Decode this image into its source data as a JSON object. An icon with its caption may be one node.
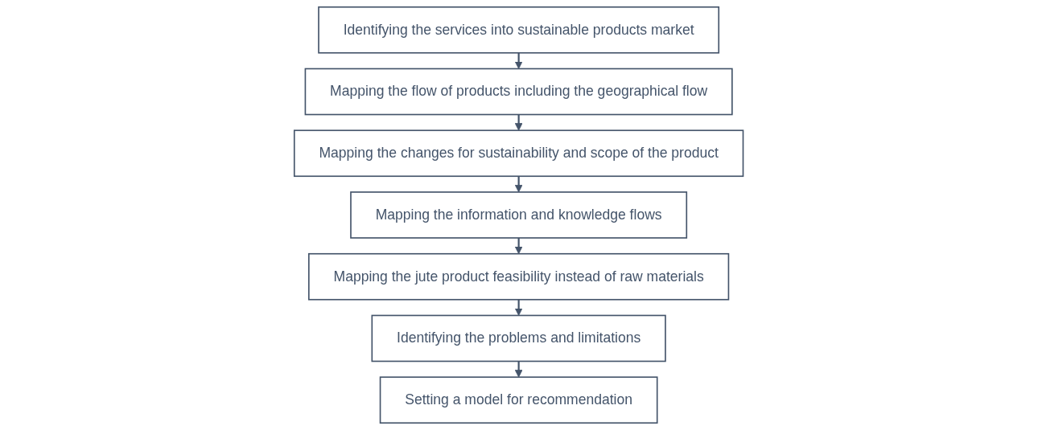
{
  "diagram": {
    "nodes": [
      {
        "text": [
          "Identifying the services into sustainable products market"
        ]
      },
      {
        "text": [
          "Mapping the flow of products including the geographical flow"
        ]
      },
      {
        "text": [
          "Mapping the changes for sustainability and scope of the product"
        ]
      },
      {
        "text": [
          "Mapping the information and knowledge flows"
        ]
      },
      {
        "text": [
          "Mapping the jute product feasibility instead of raw materials"
        ]
      },
      {
        "text": [
          "Identifying the problems and limitations"
        ]
      },
      {
        "text": [
          "Setting a model for recommendation"
        ]
      }
    ],
    "edges": [
      {
        "from": 0,
        "to": 1,
        "arrow": "to"
      },
      {
        "from": 1,
        "to": 2,
        "arrow": "to"
      },
      {
        "from": 2,
        "to": 3,
        "arrow": "to"
      },
      {
        "from": 3,
        "to": 4,
        "arrow": "to"
      },
      {
        "from": 4,
        "to": 5,
        "arrow": "to"
      },
      {
        "from": 5,
        "to": 6,
        "arrow": "to"
      }
    ]
  }
}
